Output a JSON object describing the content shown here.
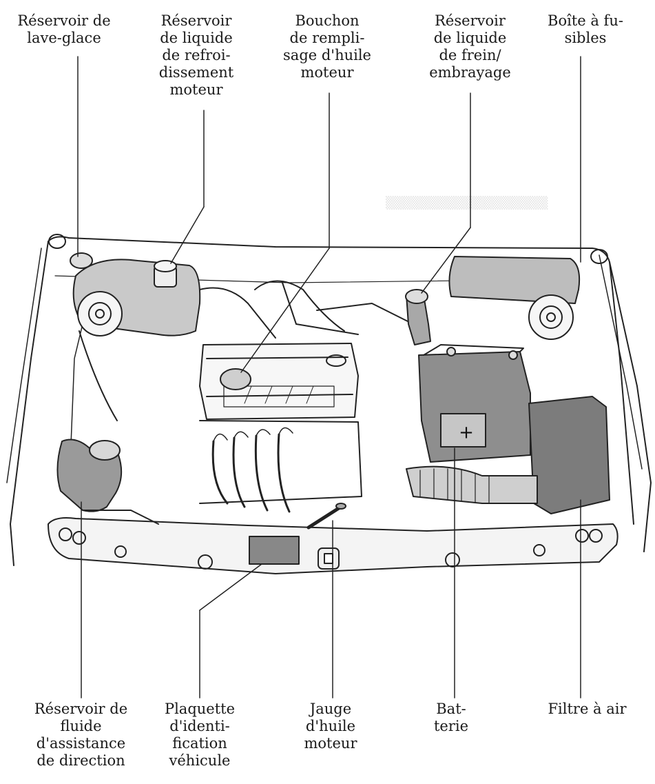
{
  "labels": {
    "lave_glace": [
      "Réservoir de",
      "lave-glace"
    ],
    "refroidissement": [
      "Réservoir",
      "de liquide",
      "de refroi-",
      "dissement",
      "moteur"
    ],
    "bouchon_huile": [
      "Bouchon",
      "de rempli-",
      "sage d'huile",
      "moteur"
    ],
    "frein": [
      "Réservoir",
      "de liquide",
      "de frein/",
      "embrayage"
    ],
    "fusibles": [
      "Boîte à fu-",
      "sibles"
    ],
    "direction": [
      "Réservoir de",
      "fluide",
      "d'assistance",
      "de direction"
    ],
    "plaquette": [
      "Plaquette",
      "d'identi-",
      "fication",
      "véhicule"
    ],
    "jauge": [
      "Jauge",
      "d'huile",
      "moteur"
    ],
    "batterie": [
      "Bat-",
      "terie"
    ],
    "filtre": [
      "Filtre à air"
    ]
  },
  "battery_symbol": "+"
}
